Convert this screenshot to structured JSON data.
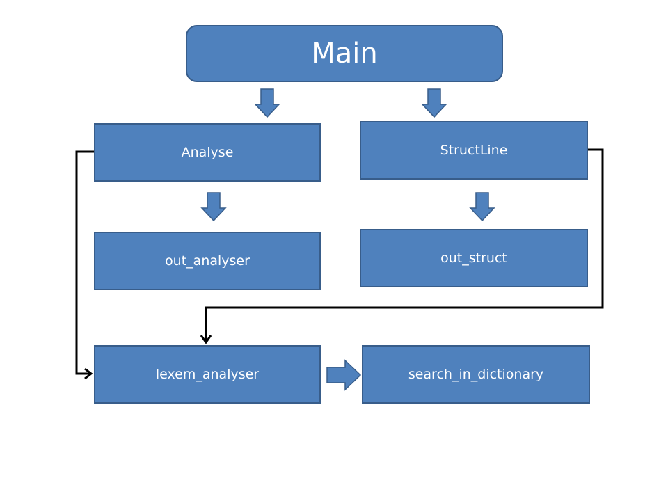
{
  "diagram": {
    "nodes": {
      "main": "Main",
      "analyse": "Analyse",
      "structline": "StructLine",
      "out_analyser": "out_analyser",
      "out_struct": "out_struct",
      "lexem_analyser": "lexem_analyser",
      "search_in_dictionary": "search_in_dictionary"
    },
    "edges": [
      {
        "from": "main",
        "to": "analyse"
      },
      {
        "from": "main",
        "to": "structline"
      },
      {
        "from": "analyse",
        "to": "out_analyser"
      },
      {
        "from": "structline",
        "to": "out_struct"
      },
      {
        "from": "analyse",
        "to": "lexem_analyser"
      },
      {
        "from": "structline",
        "to": "lexem_analyser"
      },
      {
        "from": "lexem_analyser",
        "to": "search_in_dictionary"
      }
    ],
    "colors": {
      "box_fill": "#4f81bd",
      "box_border": "#385d8a",
      "box_text": "#ffffff",
      "connector": "#000000"
    }
  }
}
